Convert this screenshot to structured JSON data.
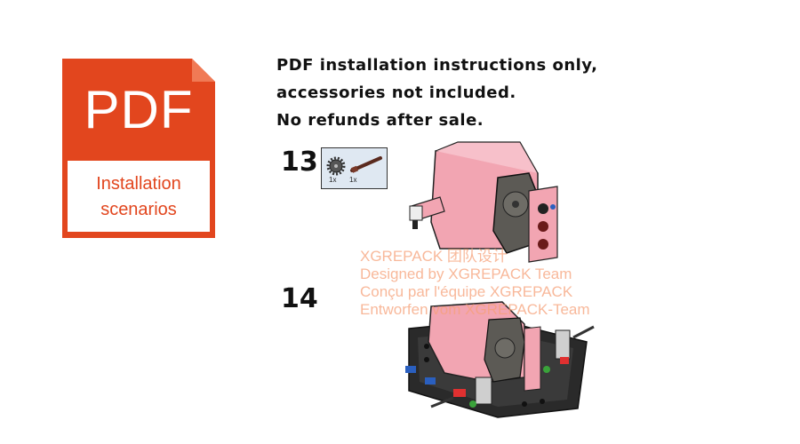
{
  "badge": {
    "title": "PDF",
    "subtitle_line1": "Installation",
    "subtitle_line2": "scenarios",
    "color": "#e2461e"
  },
  "notice": {
    "line1": "PDF installation instructions only,",
    "line2": "accessories not included.",
    "line3": "No refunds after sale."
  },
  "steps": [
    {
      "number": "13",
      "parts": [
        {
          "icon": "gear-part-icon",
          "qty": "1x"
        },
        {
          "icon": "axle-part-icon",
          "qty": "1x"
        }
      ]
    },
    {
      "number": "14"
    }
  ],
  "watermark": {
    "line1": "XGREPACK 团队设计",
    "line2": "Designed by XGREPACK Team",
    "line3": "Conçu par l'équipe XGREPACK",
    "line4": "Entworfen vom XGREPACK-Team"
  }
}
